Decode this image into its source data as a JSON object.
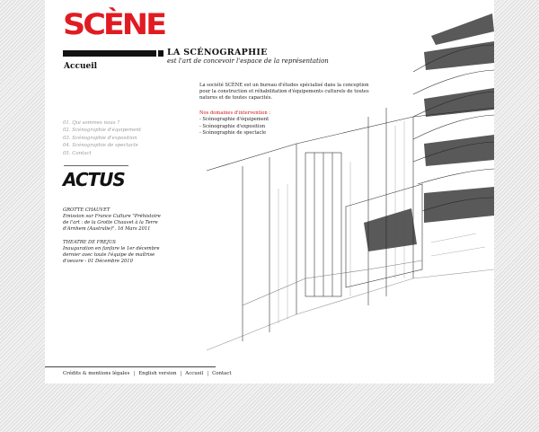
{
  "header": {
    "logo": "SCÈNE",
    "home": "Accueil",
    "title": "LA SCÉNOGRAPHIE",
    "tagline": "est l'art de concevoir l'espace de la représentation"
  },
  "intro": {
    "text": "La société SCÈNE est un bureau d'études spécialisé dans la conception pour la construction et réhabilitation d'équipements culturels de toutes natures et de toutes capacités.",
    "domains_title": "Nos domaines d'intervention :",
    "domains": [
      "- Scénographie d'équipement",
      "- Scénographie d'exposition",
      "- Scénographie de spectacle"
    ]
  },
  "menu": [
    "01. Qui sommes nous ?",
    "02. Scénographie d'équipement",
    "03. Scénographie d'exposition",
    "04. Scénographie de spectacle",
    "05. Contact"
  ],
  "actus": {
    "title": "ACTUS",
    "items": [
      {
        "heading": "GROTTE CHAUVET",
        "text": "Emission sur France Culture \"Préhistoire de l'art : de la Grotte Chauvet à la Terre d'Arnhem (Australie)\". 16 Mars 2011"
      },
      {
        "heading": "THEATRE DE FREJUS",
        "text": "Inauguration en fanfare le 1er décembre dernier avec toute l'équipe de maîtrise d'oeuvre - 01 Décembre 2010"
      }
    ]
  },
  "footer": {
    "links": [
      "Crédits & mentions légales",
      "English version",
      "Accueil",
      "Contact"
    ],
    "separator": "|"
  },
  "colors": {
    "brand_red": "#e11b22",
    "accent_red": "#c8171c",
    "menu_grey": "#9a9a9a"
  }
}
